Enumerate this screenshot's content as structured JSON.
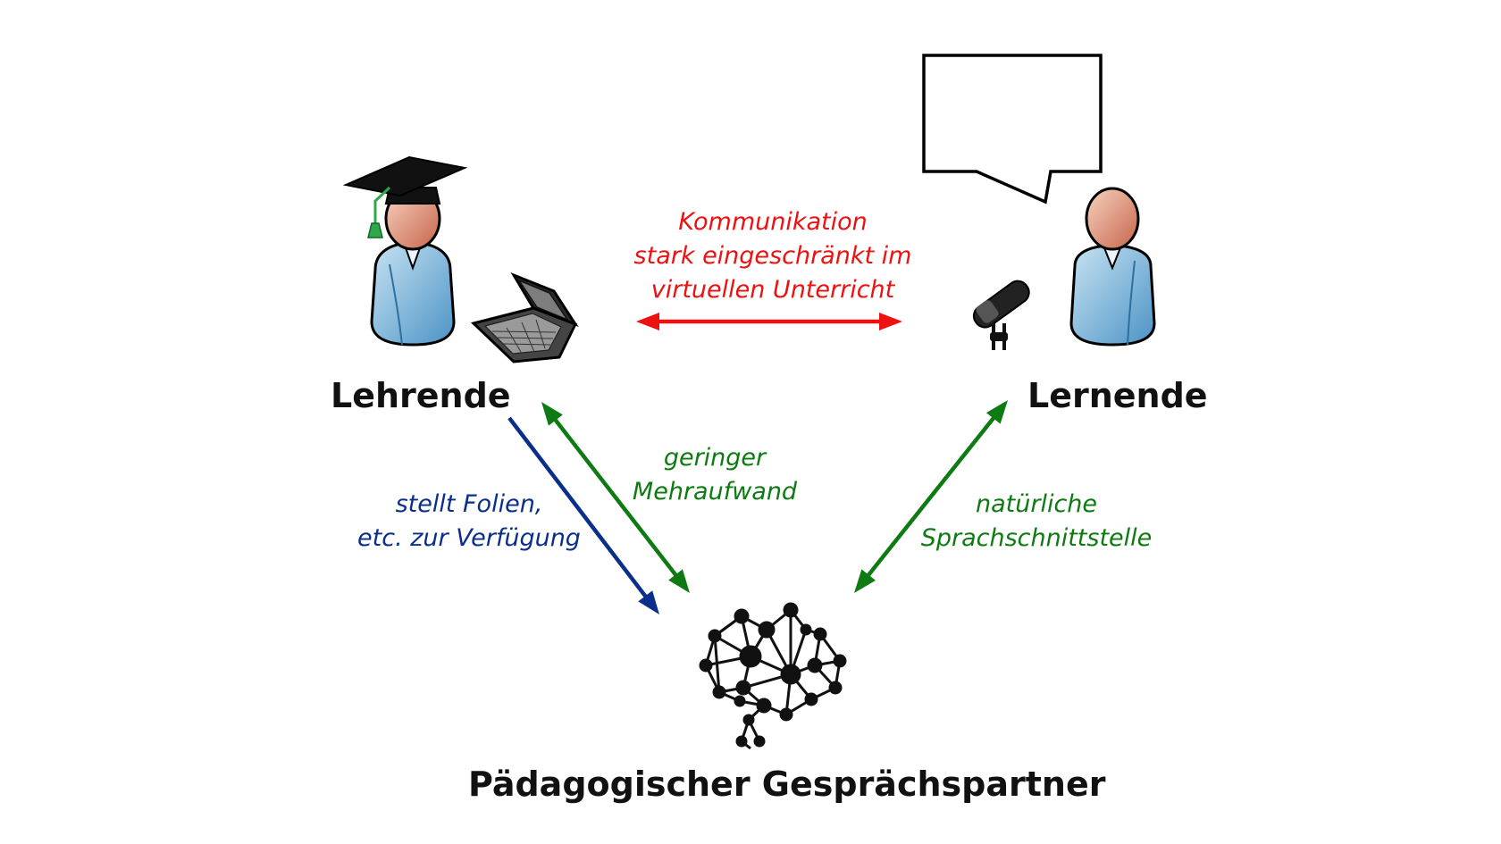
{
  "nodes": {
    "teacher": {
      "label": "Lehrende",
      "icon": "graduate-teacher-icon"
    },
    "learner": {
      "label": "Lernende",
      "icon": "student-person-icon"
    },
    "partner": {
      "label": "Pädagogischer Gesprächspartner",
      "icon": "neural-network-brain-icon"
    }
  },
  "props": {
    "teacher": "laptop-icon",
    "learner": "microphone-icon",
    "speech": "speech-bubble-icon"
  },
  "edges": {
    "communication": {
      "lines": [
        "Kommunikation",
        "stark eingeschränkt im",
        "virtuellen Unterricht"
      ],
      "color": "#ee1111",
      "direction": "both"
    },
    "slides": {
      "lines": [
        "stellt Folien,",
        "etc. zur Verfügung"
      ],
      "color": "#0a2f8a",
      "direction": "teacher-to-partner"
    },
    "overhead": {
      "lines": [
        "geringer",
        "Mehraufwand"
      ],
      "color": "#0d7a12",
      "direction": "both"
    },
    "speech": {
      "lines": [
        "natürliche",
        "Sprachschnittstelle"
      ],
      "color": "#0d7a12",
      "direction": "both"
    }
  }
}
